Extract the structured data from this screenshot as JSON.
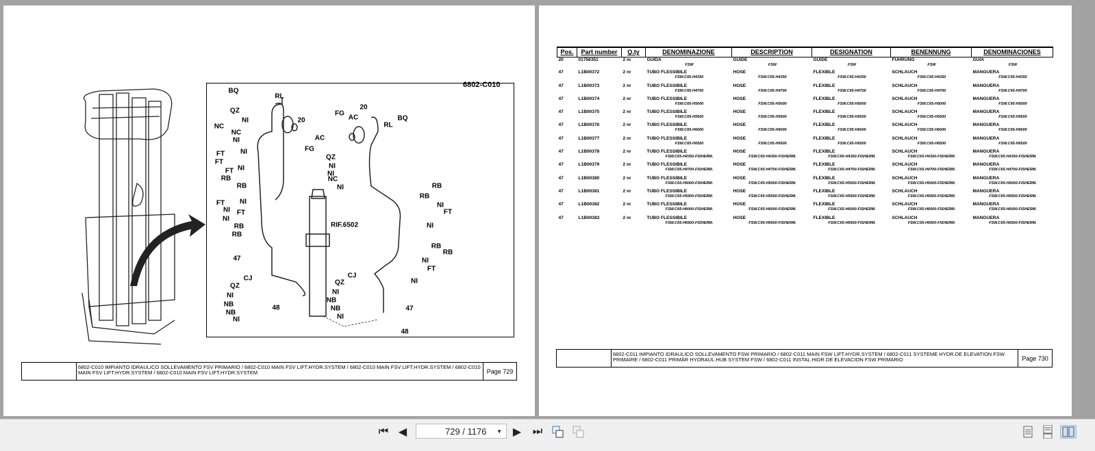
{
  "viewer": {
    "page_indicator": "729 / 1176",
    "dropdown_icon": "caret-down-icon"
  },
  "left_page": {
    "figure_code": "6802-C010",
    "diagram_labels": [
      "BQ",
      "RL",
      "QZ",
      "NI",
      "NC",
      "NC",
      "NI",
      "20",
      "AC",
      "FG",
      "FT",
      "NI",
      "FT",
      "NI",
      "FT",
      "RB",
      "RB",
      "FT",
      "NI",
      "NI",
      "FT",
      "NI",
      "RB",
      "RB",
      "RIF.6502",
      "47",
      "CJ",
      "QZ",
      "NI",
      "NB",
      "NB",
      "NI",
      "48",
      "FG",
      "AC",
      "20",
      "RL",
      "BQ",
      "QZ",
      "NI",
      "NI",
      "NC",
      "NI",
      "RB",
      "RB",
      "NI",
      "NI",
      "FT",
      "RB",
      "RB",
      "NI",
      "FT",
      "NI",
      "CJ",
      "QZ",
      "NI",
      "NB",
      "NB",
      "NI",
      "47",
      "48"
    ],
    "footer_text": "6802-C010 IMPIANTO IDRAULICO SOLLEVAMENTO FSV PRIMARIO / 6802-C010 MAIN FSV LIFT.HYDR.SYSTEM / 6802-C010 MAIN FSV LIFT.HYDR.SYSTEM  / 6802-C010 MAIN FSV LIFT.HYDR.SYSTEM  / 6802-C010 MAIN FSV LIFT.HYDR.SYSTEM",
    "page_label": "Page 729"
  },
  "right_page": {
    "headers": [
      "Pos.",
      "Part number",
      "Q.ty",
      "DENOMINAZIONE",
      "DESCRIPTION",
      "DESIGNATION",
      "BENENNUNG",
      "DENOMINACIONES"
    ],
    "rows": [
      {
        "pos": "20",
        "part": "01756351",
        "qty": "2 nr",
        "it": "GUIDA",
        "en": "GUIDE",
        "fr": "GUIDE",
        "de": "FUHRUNG",
        "es": "GUIA",
        "note": "FSW"
      },
      {
        "pos": "47",
        "part": "L1B00372",
        "qty": "2 nr",
        "it": "TUBO FLESSIBILE",
        "en": "HOSE",
        "fr": "FLEXIBLE",
        "de": "SCHLAUCH",
        "es": "MANGUERA",
        "note": "FSW.C65-H4350"
      },
      {
        "pos": "47",
        "part": "L1B00373",
        "qty": "2 nr",
        "it": "TUBO FLESSIBILE",
        "en": "HOSE",
        "fr": "FLEXIBLE",
        "de": "SCHLAUCH",
        "es": "MANGUERA",
        "note": "FSW.C65-H4700"
      },
      {
        "pos": "47",
        "part": "L1B00374",
        "qty": "2 nr",
        "it": "TUBO FLESSIBILE",
        "en": "HOSE",
        "fr": "FLEXIBLE",
        "de": "SCHLAUCH",
        "es": "MANGUERA",
        "note": "FSW.C65-H5000"
      },
      {
        "pos": "47",
        "part": "L1B00375",
        "qty": "2 nr",
        "it": "TUBO FLESSIBILE",
        "en": "HOSE",
        "fr": "FLEXIBLE",
        "de": "SCHLAUCH",
        "es": "MANGUERA",
        "note": "FSW.C65-H5500"
      },
      {
        "pos": "47",
        "part": "L1B00376",
        "qty": "2 nr",
        "it": "TUBO FLESSIBILE",
        "en": "HOSE",
        "fr": "FLEXIBLE",
        "de": "SCHLAUCH",
        "es": "MANGUERA",
        "note": "FSW.C65-H6000"
      },
      {
        "pos": "47",
        "part": "L1B00377",
        "qty": "2 nr",
        "it": "TUBO FLESSIBILE",
        "en": "HOSE",
        "fr": "FLEXIBLE",
        "de": "SCHLAUCH",
        "es": "MANGUERA",
        "note": "FSW.C65-H6500"
      },
      {
        "pos": "47",
        "part": "L1B00378",
        "qty": "2 nr",
        "it": "TUBO FLESSIBILE",
        "en": "HOSE",
        "fr": "FLEXIBLE",
        "de": "SCHLAUCH",
        "es": "MANGUERA",
        "note": "FSW.C65-H4350-FISHERM."
      },
      {
        "pos": "47",
        "part": "L1B00379",
        "qty": "2 nr",
        "it": "TUBO FLESSIBILE",
        "en": "HOSE",
        "fr": "FLEXIBLE",
        "de": "SCHLAUCH",
        "es": "MANGUERA",
        "note": "FSW.C65-H4700-FISHERM."
      },
      {
        "pos": "47",
        "part": "L1B00380",
        "qty": "2 nr",
        "it": "TUBO FLESSIBILE",
        "en": "HOSE",
        "fr": "FLEXIBLE",
        "de": "SCHLAUCH",
        "es": "MANGUERA",
        "note": "FSW.C65-H5000-FISHERM."
      },
      {
        "pos": "47",
        "part": "L1B00381",
        "qty": "2 nr",
        "it": "TUBO FLESSIBILE",
        "en": "HOSE",
        "fr": "FLEXIBLE",
        "de": "SCHLAUCH",
        "es": "MANGUERA",
        "note": "FSW.C65-H5500-FISHERM."
      },
      {
        "pos": "47",
        "part": "L1B00382",
        "qty": "2 nr",
        "it": "TUBO FLESSIBILE",
        "en": "HOSE",
        "fr": "FLEXIBLE",
        "de": "SCHLAUCH",
        "es": "MANGUERA",
        "note": "FSW.C65-H6000-FISHERM."
      },
      {
        "pos": "47",
        "part": "L1B00383",
        "qty": "2 nr",
        "it": "TUBO FLESSIBILE",
        "en": "HOSE",
        "fr": "FLEXIBLE",
        "de": "SCHLAUCH",
        "es": "MANGUERA",
        "note": "FSW.C65-H6500-FISHERM."
      }
    ],
    "footer_text": "6802-C011 IMPIANTO IDRAULICO SOLLEVAMENTO FSW PRIMARIO / 6802-C011 MAIN FSW LIFT.HYDR.SYSTEM / 6802-C011 SYSTEME HYDR.DE ELEVATION FSW PRIMAIRE  / 6802-C011 PRIMÄR HYDRAUL.HUB SYSTEM FSW  / 6802-C011 INSTAL.HIDR.DE ELEVACION FSW PRIMARIO",
    "page_label": "Page 730"
  }
}
